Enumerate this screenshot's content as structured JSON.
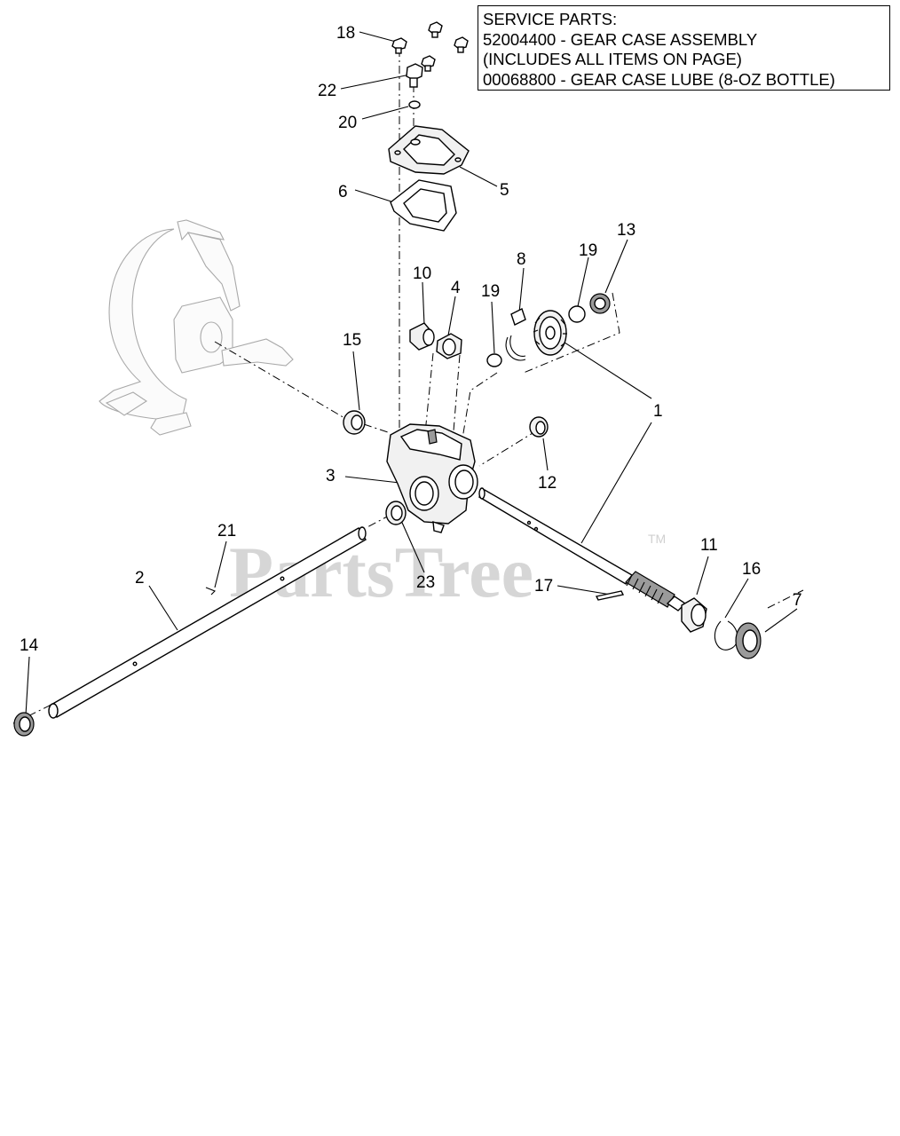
{
  "service_parts": {
    "title": "SERVICE PARTS:",
    "line1": "52004400 - GEAR CASE ASSEMBLY",
    "line2": "(INCLUDES ALL ITEMS ON PAGE)",
    "line3": "00068800 - GEAR CASE LUBE (8-OZ BOTTLE)"
  },
  "watermark": {
    "text": "PartsTree",
    "trademark": "TM"
  },
  "callouts": [
    "18",
    "22",
    "20",
    "5",
    "6",
    "13",
    "19",
    "8",
    "10",
    "4",
    "19",
    "15",
    "1",
    "12",
    "3",
    "11",
    "16",
    "7",
    "21",
    "2",
    "23",
    "17",
    "14"
  ]
}
